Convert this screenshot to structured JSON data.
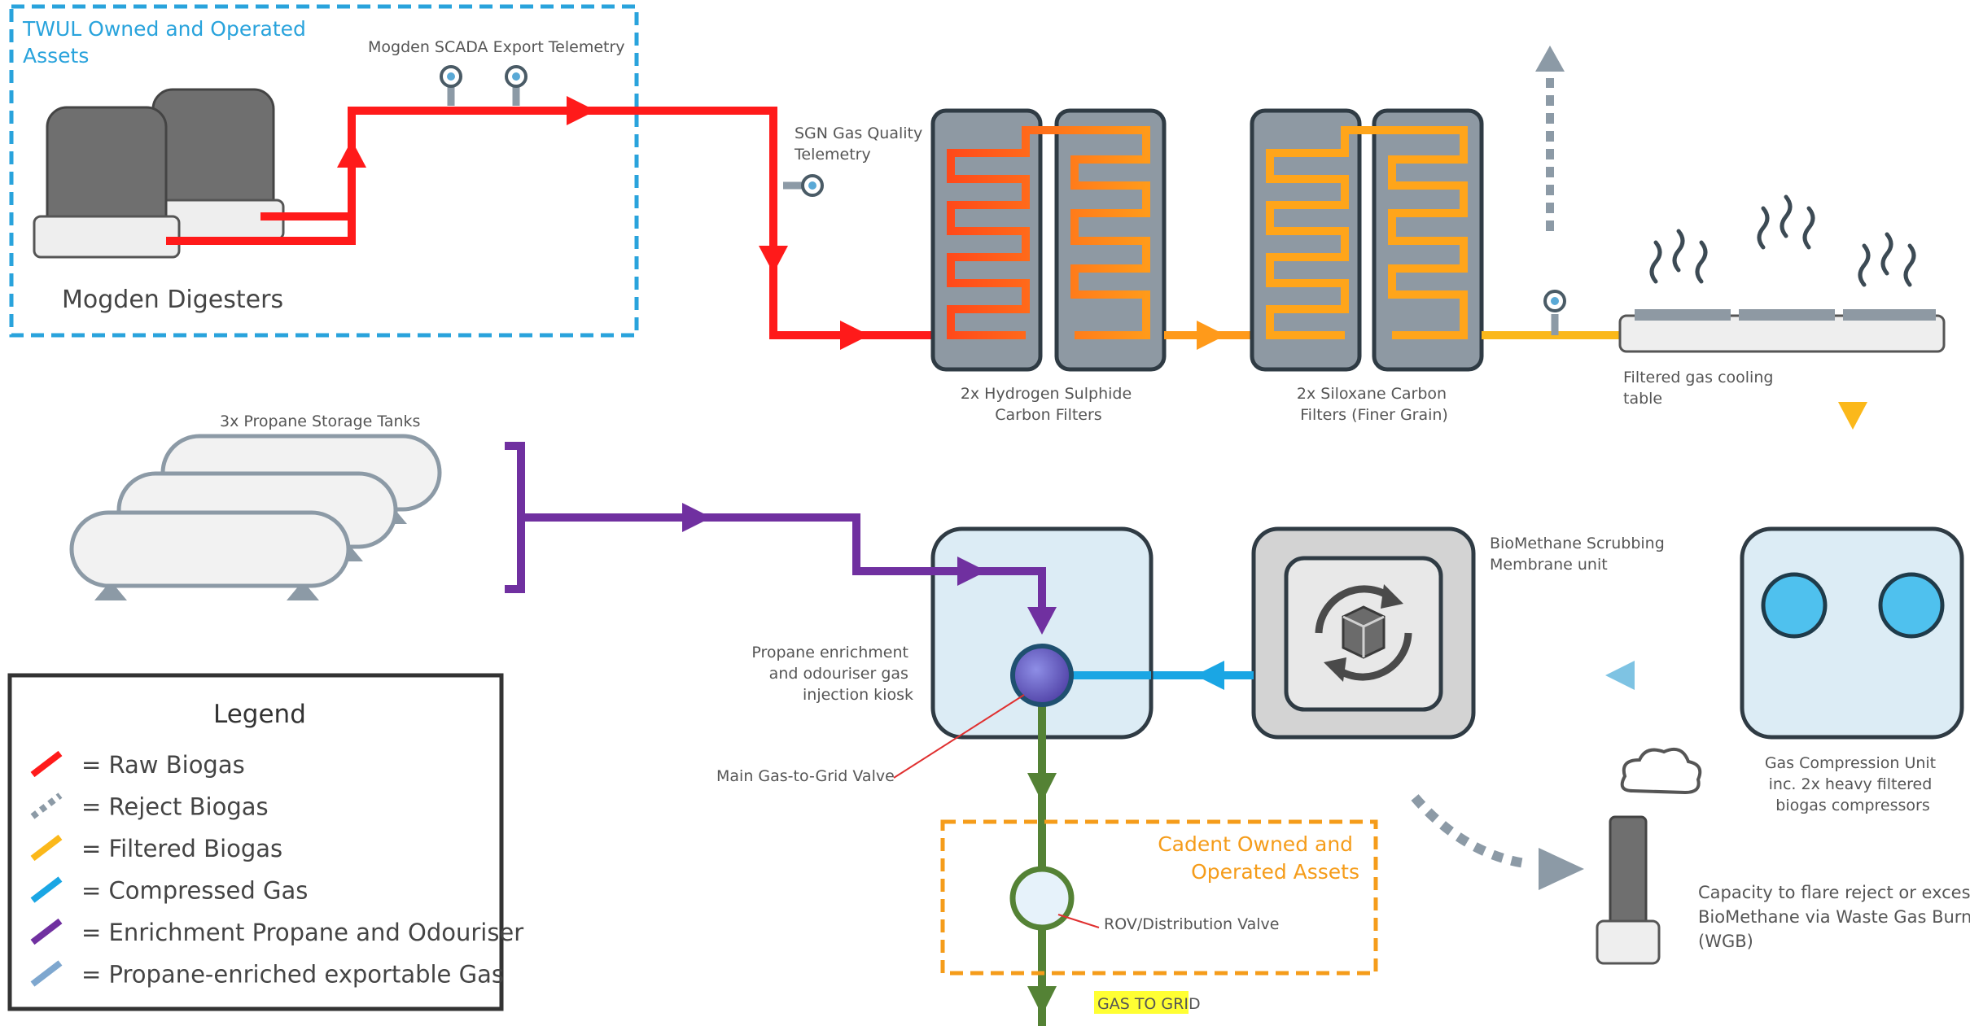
{
  "colors": {
    "raw": "#ff1a1a",
    "reject": "#8c9aa6",
    "filtered": "#fbb81a",
    "compressed": "#1aa6e4",
    "propane": "#7030a0",
    "exportable": "#7ea7cf",
    "grid": "#548235",
    "twul_border": "#29a3dc",
    "cadent_border": "#f59c1a"
  },
  "labels": {
    "twul": [
      "TWUL Owned and Operated",
      "Assets"
    ],
    "digesters": "Mogden Digesters",
    "scada": "Mogden SCADA Export Telemetry",
    "sgn": [
      "SGN Gas Quality",
      "Telemetry"
    ],
    "h2s": [
      "2x Hydrogen Sulphide",
      "Carbon Filters"
    ],
    "siloxane": [
      "2x Siloxane Carbon",
      "Filters (Finer Grain)"
    ],
    "cooling": [
      "Filtered gas cooling",
      "table"
    ],
    "propane_tanks": "3x Propane Storage Tanks",
    "kiosk": [
      "Propane enrichment",
      "and odouriser gas",
      "injection kiosk"
    ],
    "main_valve": "Main Gas-to-Grid Valve",
    "membrane": [
      "BioMethane Scrubbing",
      "Membrane unit"
    ],
    "compression": [
      "Gas Compression Unit",
      "inc. 2x heavy filtered",
      "biogas compressors"
    ],
    "cadent": [
      "Cadent Owned and",
      "Operated Assets"
    ],
    "rov": "ROV/Distribution Valve",
    "grid": "GAS TO GRID",
    "flare": [
      "Capacity to flare reject or excess",
      "BioMethane via Waste Gas Burner",
      "(WGB)"
    ]
  },
  "legend": {
    "title": "Legend",
    "items": [
      {
        "label": "= Raw Biogas",
        "color": "#ff1a1a",
        "style": "solid"
      },
      {
        "label": "= Reject Biogas",
        "color": "#8c9aa6",
        "style": "dotted"
      },
      {
        "label": "= Filtered Biogas",
        "color": "#fbb81a",
        "style": "solid"
      },
      {
        "label": "= Compressed Gas",
        "color": "#1aa6e4",
        "style": "solid"
      },
      {
        "label": "= Enrichment Propane and Odouriser",
        "color": "#7030a0",
        "style": "solid"
      },
      {
        "label": "= Propane-enriched exportable Gas",
        "color": "#7ea7cf",
        "style": "solid"
      }
    ]
  }
}
